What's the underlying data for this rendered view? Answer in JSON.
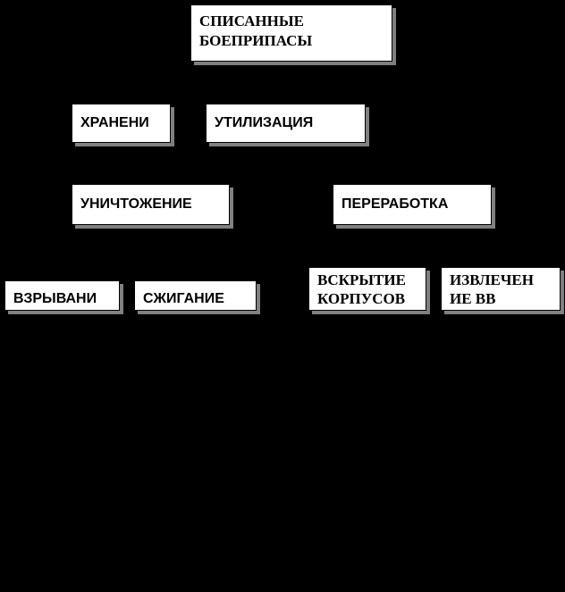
{
  "page": {
    "background_color": "#000000",
    "box_fill_color": "#ffffff",
    "box_text_color": "#000000",
    "box_shadow_color": "#808080"
  },
  "nodes": {
    "decommissioned_ammunition": {
      "line1": "СПИСАННЫЕ",
      "line2": "БОЕПРИПАСЫ"
    },
    "storage": {
      "label": "ХРАНЕНИ"
    },
    "utilization": {
      "label": "УТИЛИЗАЦИЯ"
    },
    "destruction": {
      "label": "УНИЧТОЖЕНИЕ"
    },
    "processing": {
      "label": "ПЕРЕРАБОТКА"
    },
    "blasting": {
      "label": "ВЗРЫВАНИ"
    },
    "burning": {
      "label": "СЖИГАНИЕ"
    },
    "case_opening": {
      "line1": "ВСКРЫТИЕ",
      "line2": "КОРПУСОВ"
    },
    "explosive_extraction": {
      "line1": "ИЗВЛЕЧЕН",
      "line2": "ИЕ ВВ"
    }
  }
}
